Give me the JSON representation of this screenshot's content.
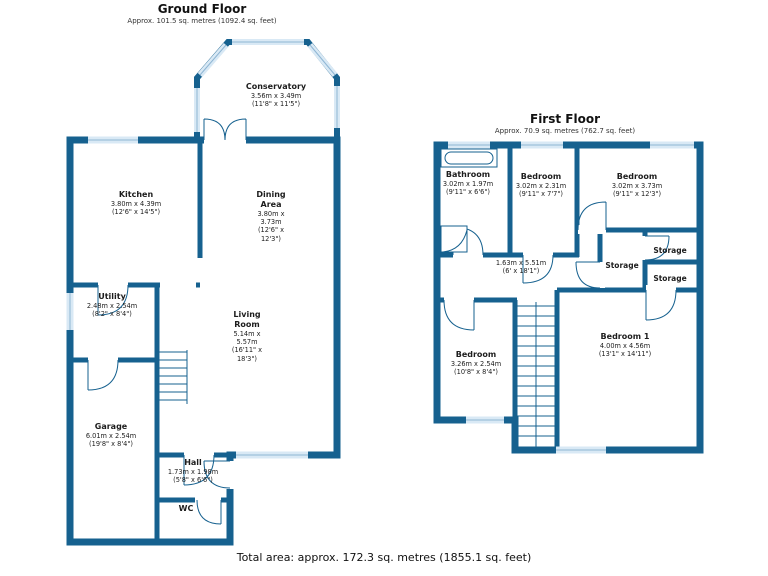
{
  "colors": {
    "wall": "#16618f",
    "window_fill": "#d9e9f5",
    "window_line": "#8fb6d4",
    "text": "#1d1d1d"
  },
  "ground_floor": {
    "title": "Ground Floor",
    "subtitle": "Approx. 101.5 sq. metres (1092.4 sq. feet)",
    "rooms": [
      {
        "name": "Conservatory",
        "dims_m": "3.56m x 3.49m",
        "dims_ft": "(11'8\" x 11'5\")"
      },
      {
        "name": "Kitchen",
        "dims_m": "3.80m x 4.39m",
        "dims_ft": "(12'6\" x 14'5\")"
      },
      {
        "name": "Dining Area",
        "dims_m": "3.80m x 3.73m",
        "dims_ft": "(12'6\" x 12'3\")"
      },
      {
        "name": "Utility",
        "dims_m": "2.48m x 2.54m",
        "dims_ft": "(8'2\" x 8'4\")"
      },
      {
        "name": "Living Room",
        "dims_m": "5.14m x 5.57m",
        "dims_ft": "(16'11\" x 18'3\")"
      },
      {
        "name": "Garage",
        "dims_m": "6.01m x 2.54m",
        "dims_ft": "(19'8\" x 8'4\")"
      },
      {
        "name": "Hall",
        "dims_m": "1.73m x 1.98m",
        "dims_ft": "(5'8\" x 6'6\")"
      },
      {
        "name": "WC"
      }
    ]
  },
  "first_floor": {
    "title": "First Floor",
    "subtitle": "Approx. 70.9 sq. metres (762.7 sq. feet)",
    "rooms": [
      {
        "name": "Bathroom",
        "dims_m": "3.02m x 1.97m",
        "dims_ft": "(9'11\" x 6'6\")"
      },
      {
        "name": "Bedroom",
        "dims_m": "3.02m x 2.31m",
        "dims_ft": "(9'11\" x 7'7\")"
      },
      {
        "name": "Bedroom",
        "dims_m": "3.02m x 3.73m",
        "dims_ft": "(9'11\" x 12'3\")"
      },
      {
        "dims_m": "1.63m x 5.51m",
        "dims_ft": "(6' x 18'1\")"
      },
      {
        "name": "Storage"
      },
      {
        "name": "Storage"
      },
      {
        "name": "Storage"
      },
      {
        "name": "Bedroom",
        "dims_m": "3.26m x 2.54m",
        "dims_ft": "(10'8\" x 8'4\")"
      },
      {
        "name": "Bedroom 1",
        "dims_m": "4.00m x 4.56m",
        "dims_ft": "(13'1\" x 14'11\")"
      }
    ]
  },
  "footer": {
    "total_area": "Total area: approx. 172.3 sq. metres (1855.1 sq. feet)"
  }
}
